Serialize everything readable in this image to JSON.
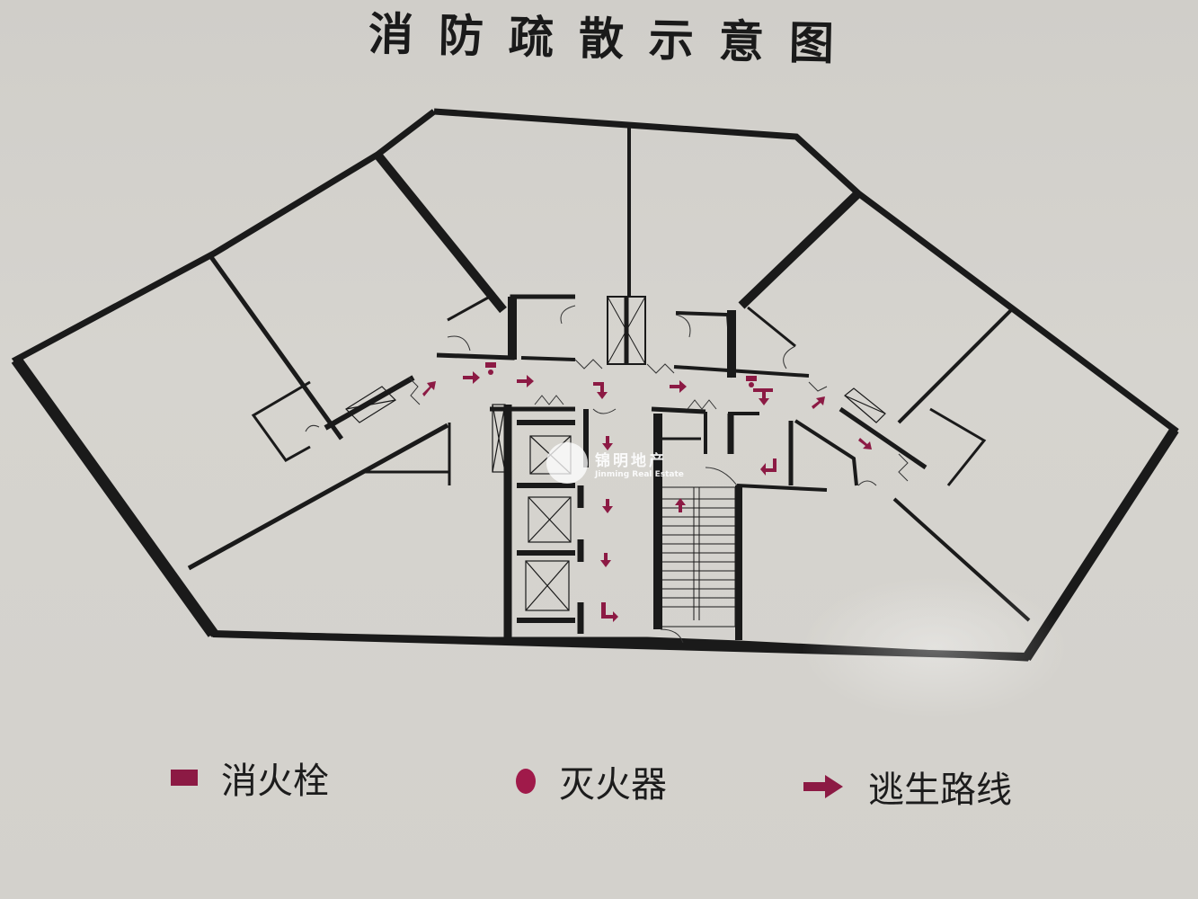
{
  "title": "消防疏散示意图",
  "colors": {
    "wall": "#1a1a1a",
    "accent": "#8c1a44",
    "background": "#d4d2cd"
  },
  "legend": [
    {
      "icon": "fire-hydrant-rect-icon",
      "label": "消火栓"
    },
    {
      "icon": "fire-extinguisher-dot-icon",
      "label": "灭火器"
    },
    {
      "icon": "escape-route-arrow-icon",
      "label": "逃生路线"
    }
  ],
  "watermark": {
    "name_cn": "锦明地产",
    "name_en": "Jinming Real Estate"
  },
  "floor_plan": {
    "rooms": 8,
    "elevators": 3,
    "stairwells": 1,
    "fire_hydrants": 2,
    "fire_extinguishers": 2,
    "escape_arrows": 16
  }
}
